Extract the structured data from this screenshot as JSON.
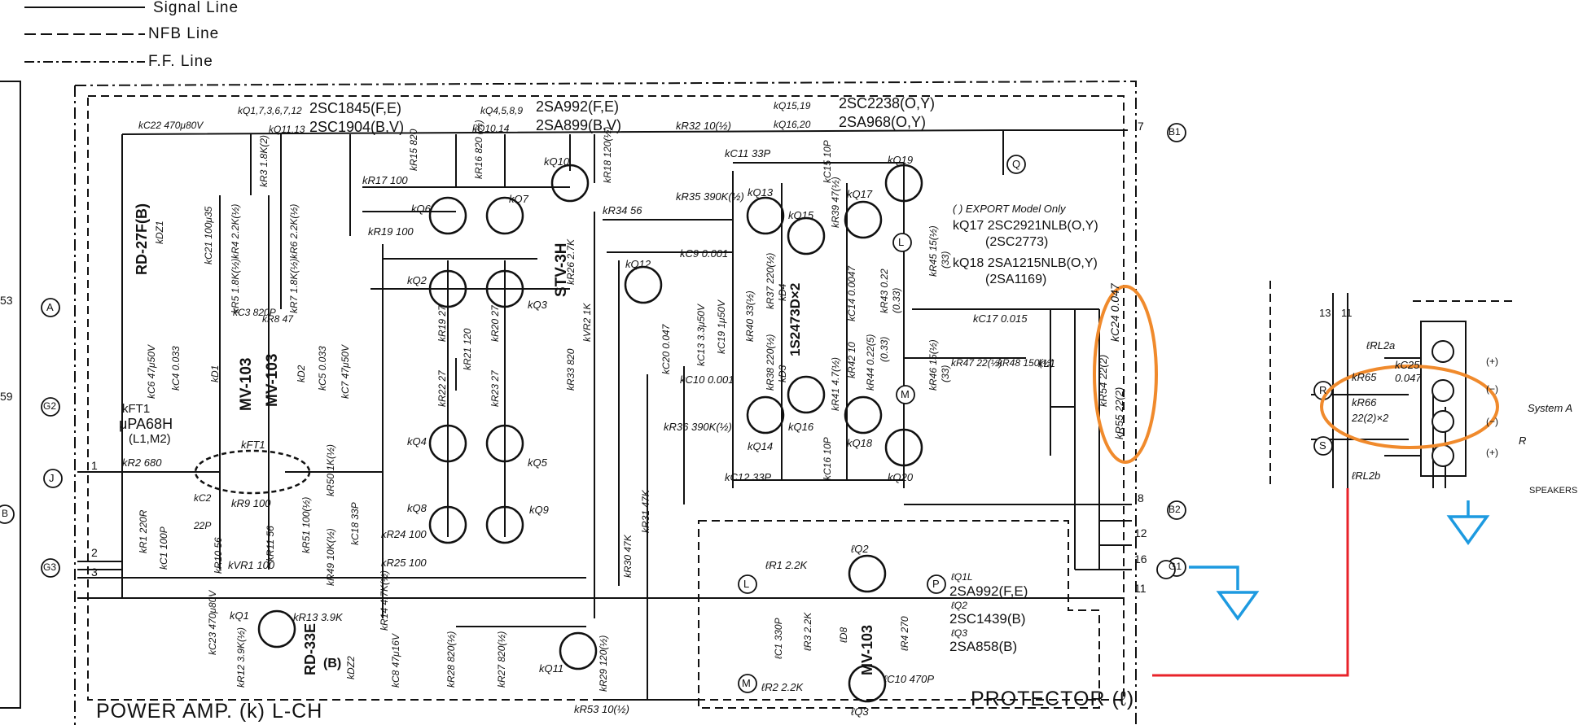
{
  "legend": [
    {
      "label": "Signal Line",
      "dash": "solid"
    },
    {
      "label": "NFB Line",
      "dash": "dash"
    },
    {
      "label": "F.F. Line",
      "dash": "dashdot"
    }
  ],
  "blocks": {
    "power_amp": "POWER AMP. (k) L-CH",
    "protector": "PROTECTOR (ℓ)",
    "speakers": "SPEAKERS"
  },
  "transistor_lists": {
    "kq_npn_small": {
      "refs": "kQ1,7,3,6,7,12",
      "part": "2SC1845(F,E)"
    },
    "kq_npn_alt": {
      "refs": "kQ11,13",
      "part": "2SC1904(B,V)"
    },
    "kq_pnp_small": {
      "refs": "kQ4,5,8,9",
      "part": "2SA992(F,E)"
    },
    "kq_pnp_alt": {
      "refs": "kQ10,14",
      "part": "2SA899(B,V)"
    },
    "kq_npn_out": {
      "refs": "kQ15,19",
      "part": "2SC2238(O,Y)"
    },
    "kq_pnp_out": {
      "refs": "kQ16,20",
      "part": "2SA968(O,Y)"
    }
  },
  "export_note": {
    "title": "(    ) EXPORT Model Only",
    "kq17": "kQ17 2SC2921NLB(O,Y)",
    "kq17_alt": "(2SC2773)",
    "kq18": "kQ18 2SA1215NLB(O,Y)",
    "kq18_alt": "(2SA1169)"
  },
  "protector_parts": {
    "q1": "ℓQ1L",
    "q1_part": "2SA992(F,E)",
    "q2": "ℓQ2",
    "q2_part": "2SC1439(B)",
    "q3": "ℓQ3",
    "q3_part": "2SA858(B)"
  },
  "ics": {
    "kft1": "kFT1",
    "kft1_part": "μPA68H",
    "kft1_grade": "(L1,M2)",
    "kft1_body": "kFT1",
    "stv": "STV-3H",
    "rd27f": "RD-27F(B)",
    "rd33e": "RD-33E",
    "rd33e_grade": "(B)",
    "mv103_a": "MV-103",
    "mv103_b": "MV-103",
    "mv103_c": "MV-103",
    "diode_pair": "1S2473D×2"
  },
  "components": {
    "kc22": "kC22 470μ80V",
    "kr32": "kR32 10(½)",
    "kc11": "kC11 33P",
    "kc12": "kC12 33P",
    "kr17": "kR17 100",
    "kr19": "kR19 100",
    "kr3": "kR3 1.8K(2)",
    "kr4": "kR4 2.2K(½)",
    "kr6": "kR6 2.2K(½)",
    "kr5": "kR5 1.8K(½)",
    "kr7": "kR7 1.8K(½)",
    "kr15": "kR15 820",
    "kr16": "kR16 820 (½)",
    "kr18": "kR18 120(½)",
    "kr34": "kR34 56",
    "kr35": "kR35 390K(½)",
    "kr36": "kR36 390K(½)",
    "kc9": "kC9 0.001",
    "kc10": "kC10 0.001",
    "kc20": "kC20 0.047",
    "kc13": "kC13 3.3μ50V",
    "kc19": "kC19 1μ50V",
    "kr37": "kR37 220(½)",
    "kr38": "kR38 220(½)",
    "kr40": "kR40 33(½)",
    "kr39": "kR39 47(½)",
    "kr41": "kR41 4.7(½)",
    "kc15": "kC15 10P",
    "kc16": "kC16 10P",
    "kc14": "kC14 0.0047",
    "kr42": "kR42 10",
    "kr43": "kR43 0.22",
    "kr43b": "(0.33)",
    "kr44": "kR44 0.22(5)",
    "kr44b": "(0.33)",
    "kr45": "kR45 15(½)",
    "kr45b": "(33)",
    "kr46": "kR46 15(½)",
    "kr46b": "(33)",
    "kc17": "kC17 0.015",
    "kr47": "kR47 22(½)",
    "kr48": "kR48 150(½)",
    "kl1": "kL1",
    "kc24": "kC24 0.047",
    "kr54": "kR54 22(2)",
    "kr55": "kR55 22(2)",
    "kc3": "kC3 820P",
    "kr8": "kR8 47",
    "kc6": "kC6 47μ50V",
    "kc4": "kC4 0.033",
    "kc5": "kC5 0.033",
    "kc7": "kC7 47μ50V",
    "kd1": "kD1",
    "kd2": "kD2",
    "kd3": "kD3",
    "kd4": "kD4",
    "kdz1": "kDZ1",
    "kdz2": "kDZ2",
    "kc21": "kC21 100μ35",
    "kr2": "kR2 680",
    "kr1": "kR1 220R",
    "kc1": "kC1 100P",
    "kc2": "kC2",
    "kc2v": "22P",
    "kr9": "kR9 100",
    "kr10": "kR10 56",
    "kr11": "kR11 56",
    "kvr1": "kVR1 100",
    "kr51": "kR51 100(½)",
    "kr49": "kR49 10K(½)",
    "kr50": "kR50 1K(½)",
    "kc18": "kC18 33P",
    "kr21": "kR21 120",
    "kr19b": "kR19 27",
    "kr20": "kR20 27",
    "kr22": "kR22 27",
    "kr23": "kR23 27",
    "kr24": "kR24 100",
    "kr25": "kR25 100",
    "kr26": "kR26 2.7K",
    "kvr2": "kVR2 1K",
    "kr33": "kR33 820",
    "kr30": "kR30 47K",
    "kr31": "kR31 47K",
    "kr12": "kR12 3.9K(½)",
    "kr13": "kR13 3.9K",
    "kr14": "kR14 4.7K(½)",
    "kc23": "kC23 470μ80V",
    "kc8": "kC8 47μ16V",
    "kr28": "kR28 820(½)",
    "kr27": "kR27 820(½)",
    "kr29": "kR29 120(½)",
    "kr53": "kR53 10(½)",
    "lr1": "ℓR1 2.2K",
    "lr2": "ℓR2 2.2K",
    "lr3": "ℓR3 2.2K",
    "lr4": "ℓR4 270",
    "lc1": "ℓC1 330P",
    "lc10": "ℓC10 470P",
    "ld8": "ℓD8"
  },
  "transistors": {
    "kq1": "kQ1",
    "kq2": "kQ2",
    "kq3": "kQ3",
    "kq4": "kQ4",
    "kq5": "kQ5",
    "kq6": "kQ6",
    "kq7": "kQ7",
    "kq8": "kQ8",
    "kq9": "kQ9",
    "kq10": "kQ10",
    "kq11": "kQ11",
    "kq12": "kQ12",
    "kq13": "kQ13",
    "kq14": "kQ14",
    "kq15": "kQ15",
    "kq16": "kQ16",
    "kq17": "kQ17",
    "kq18": "kQ18",
    "kq19": "kQ19",
    "kq20": "kQ20",
    "lq2": "ℓQ2",
    "lq3": "ℓQ3"
  },
  "connectors": {
    "j": "J",
    "a": "A",
    "g2_left": "G2",
    "g3": "G3",
    "b_left": "B",
    "q": "Q",
    "l": "L",
    "m": "M",
    "p": "P",
    "b1": "B1",
    "b2": "B2",
    "g1": "G1",
    "l_prot": "L",
    "m_prot": "M",
    "r_spk": "R",
    "s_spk": "S"
  },
  "wire_numbers": {
    "w1": "1",
    "w2": "2",
    "w3": "3",
    "w7": "7",
    "w8": "8",
    "w12": "12",
    "w16": "16",
    "w11": "11",
    "w53": "53",
    "w59": "59",
    "w13": "13",
    "w11b": "11"
  },
  "speaker_section": {
    "kr65": "kR65",
    "kr66": "kR66",
    "kr66_val": "22(2)×2",
    "kc25": "kC25",
    "kc25_val": "0.047",
    "rl2a": "ℓRL2a",
    "rl2b": "ℓRL2b",
    "system": "System A",
    "r": "R",
    "plus1": "(+)",
    "minus1": "(−)",
    "minus2": "(−)",
    "plus2": "(+)"
  },
  "annotation_colors": {
    "ellipse": "#f08a2c",
    "red_wire": "#e8232a",
    "ground_blue": "#1d9ae0",
    "ink": "#111111"
  }
}
